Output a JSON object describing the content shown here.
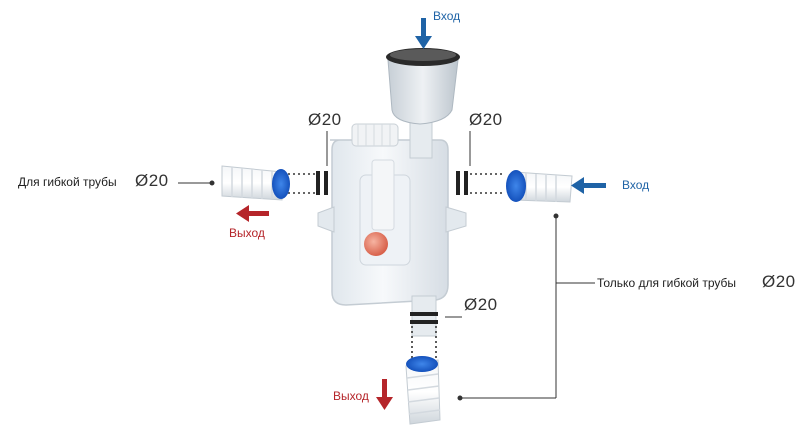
{
  "labels": {
    "inlet_top": "Вход",
    "inlet_right": "Вход",
    "outlet_left": "Выход",
    "outlet_bottom": "Выход",
    "flex_left": "Для гибкой трубы",
    "flex_left_dia": "Ø20",
    "flex_right": "Только для гибкой трубы",
    "flex_right_dia": "Ø20",
    "dia_left": "Ø20",
    "dia_right": "Ø20",
    "dia_bottom": "Ø20"
  },
  "colors": {
    "inlet_arrow": "#1f63a6",
    "outlet_arrow": "#b5252a",
    "hose_cap": "#1a5fd0",
    "body": "#eef3f7",
    "leader_line": "#333333"
  },
  "icons": [
    "arrow-down-icon",
    "arrow-left-icon",
    "arrow-right-icon"
  ]
}
